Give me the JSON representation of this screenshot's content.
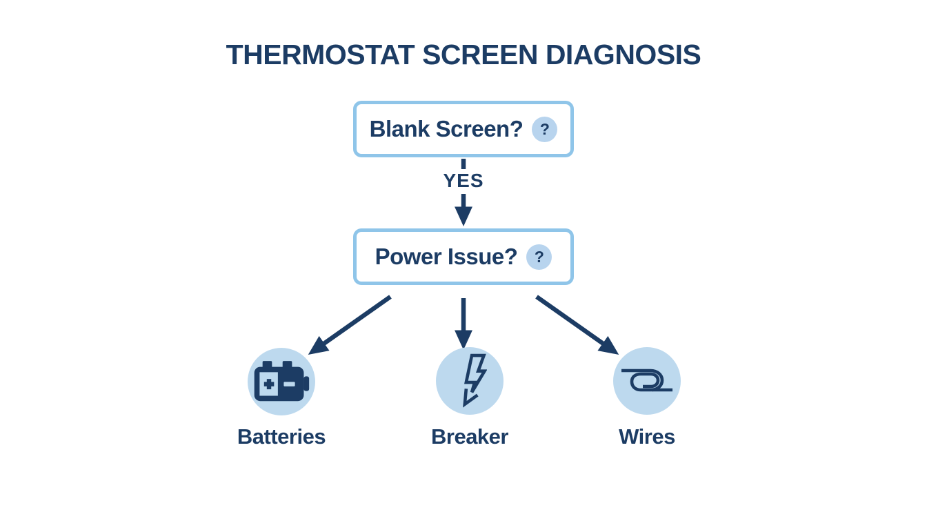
{
  "title": "THERMOSTAT SCREEN DIAGNOSIS",
  "flow": {
    "question1": {
      "label": "Blank Screen?",
      "badge": "?"
    },
    "edge_label": "YES",
    "question2": {
      "label": "Power Issue?",
      "badge": "?"
    },
    "causes": [
      {
        "label": "Batteries",
        "icon": "battery-icon"
      },
      {
        "label": "Breaker",
        "icon": "lightning-bolt-icon"
      },
      {
        "label": "Wires",
        "icon": "coiled-wire-icon"
      }
    ]
  },
  "colors": {
    "background": "#ffffff",
    "navy_text": "#1c3c64",
    "box_border": "#8fc5e9",
    "badge_background": "#b8d4ee",
    "node_circle_background": "#bdd9ee"
  }
}
